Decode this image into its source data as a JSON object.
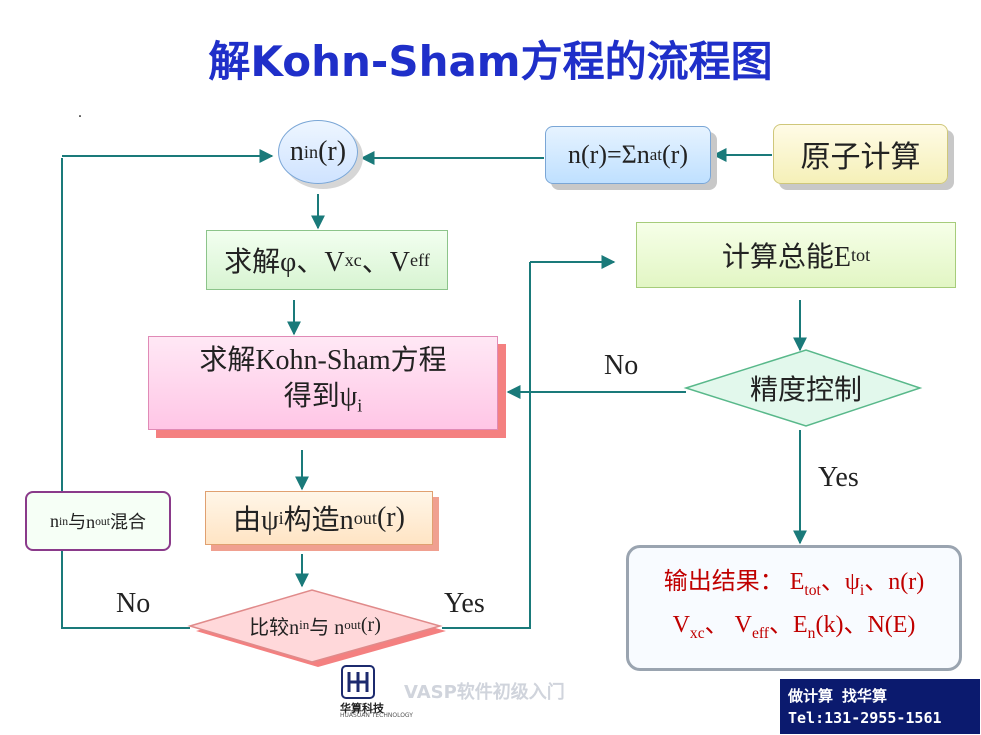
{
  "title": "解Kohn-Sham方程的流程图",
  "nodes": {
    "n_in": {
      "base": "n",
      "sub": "in",
      "tail": "(r)"
    },
    "n_sum": {
      "pre": "n(r)=Σn",
      "sub": "at",
      "tail": "(r)"
    },
    "atom_calc": "原子计算",
    "solve_phi": {
      "p1": "求解φ、V",
      "s1": "xc",
      "p2": "、V",
      "s2": "eff"
    },
    "ks": {
      "line1": "求解Kohn-Sham方程",
      "line2_pre": "得到ψ",
      "line2_sub": "i"
    },
    "nout": {
      "p1": "由ψ",
      "s1": "i",
      "p2": "构造n",
      "s2": "out",
      "p3": "(r)"
    },
    "mix": {
      "p1": "n",
      "s1": "in",
      "p2": "与n",
      "s2": "out",
      "p3": "混合"
    },
    "compare": {
      "p1": "比较n",
      "s1": "in",
      "p2": "与 n",
      "s2": "out",
      "p3": "(r)"
    },
    "etot": {
      "pre": "计算总能E",
      "sub": "tot"
    },
    "precision": "精度控制",
    "output": {
      "l1_pre": "输出结果：  E",
      "l1_s1": "tot",
      "l1_p2": "、ψ",
      "l1_s2": "i",
      "l1_p3": "、n(r)",
      "l2_p1": "V",
      "l2_s1": "xc",
      "l2_p2": "、 V",
      "l2_s2": "eff",
      "l2_p3": "、E",
      "l2_s3": "n",
      "l2_p4": "(k)、N(E)"
    }
  },
  "labels": {
    "no_left": "No",
    "yes_compare": "Yes",
    "no_precision": "No",
    "yes_precision": "Yes"
  },
  "footer": {
    "course": "VASP软件初级入门",
    "brand": "华算科技",
    "brand_en": "HUASUAN TECHNOLOGY",
    "contact_line1": "做计算 找华算",
    "contact_line2": "Tel:131-2955-1561"
  },
  "colors": {
    "title": "#1f2fc9",
    "arrow": "#1a7a7a",
    "output_text": "#c00000",
    "contact_bg": "#0b1a6e"
  }
}
